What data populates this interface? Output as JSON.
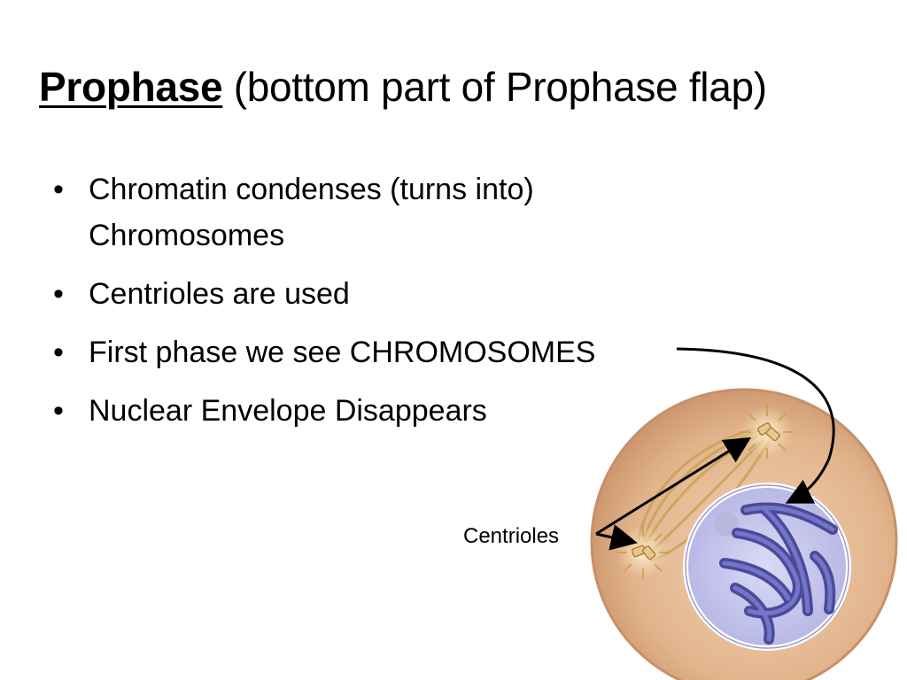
{
  "slide": {
    "title_keyword": "Prophase",
    "title_rest": " (bottom part of Prophase flap)",
    "bullets": [
      "Chromatin condenses (turns into) Chromosomes",
      "Centrioles are used",
      "First phase we see CHROMOSOMES",
      "Nuclear Envelope Disappears"
    ],
    "bullet_symbol": "•"
  },
  "figure": {
    "label": "Centrioles",
    "colors": {
      "cell": "#e2b48c",
      "cell_edge": "#c89068",
      "nucleus": "#c6c6ee",
      "chromosome": "#5a5aa8",
      "spindle": "#c4a04e",
      "aster": "#f4ddb0"
    }
  }
}
